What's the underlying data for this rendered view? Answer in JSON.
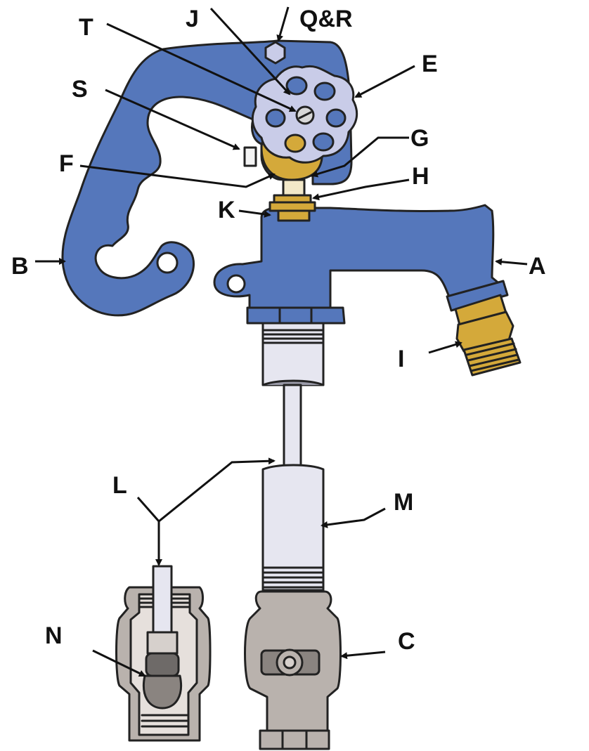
{
  "colors": {
    "body": "#5577bb",
    "brass": "#d4a93a",
    "handle": "#c9cce8",
    "pipe": "#e6e6f0",
    "valve": "#b9b2ad",
    "outline": "#222222"
  },
  "labels": {
    "t": "T",
    "j": "J",
    "qr": "Q&R",
    "e": "E",
    "s": "S",
    "g": "G",
    "f": "F",
    "h": "H",
    "k": "K",
    "b": "B",
    "a": "A",
    "i": "I",
    "l": "L",
    "m": "M",
    "n": "N",
    "c": "C"
  }
}
